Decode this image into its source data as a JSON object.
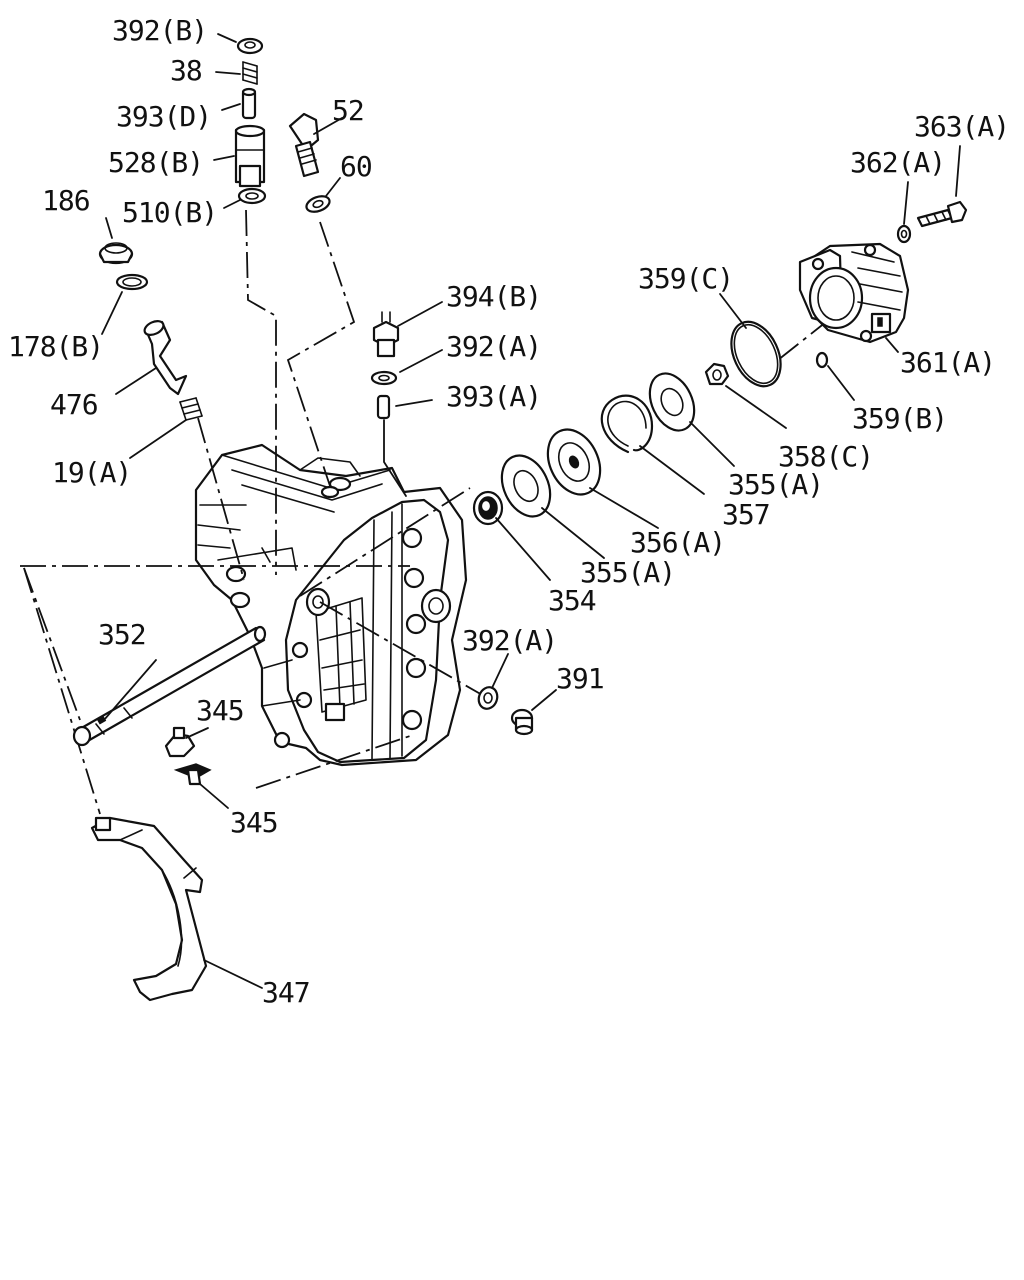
{
  "callouts": {
    "c392B": "392(B)",
    "c38": "38",
    "c393D": "393(D)",
    "c52": "52",
    "c528B": "528(B)",
    "c60": "60",
    "c186": "186",
    "c510B": "510(B)",
    "c363A": "363(A)",
    "c362A": "362(A)",
    "c359C": "359(C)",
    "c394B": "394(B)",
    "c392A_top": "392(A)",
    "c178B": "178(B)",
    "c361A": "361(A)",
    "c393A": "393(A)",
    "c476": "476",
    "c359B": "359(B)",
    "c358C": "358(C)",
    "c19A": "19(A)",
    "c355A_right": "355(A)",
    "c357": "357",
    "c356A": "356(A)",
    "c355A_left": "355(A)",
    "c354": "354",
    "c392A_low": "392(A)",
    "c352": "352",
    "c391": "391",
    "c345_top": "345",
    "c345_bottom": "345",
    "c347": "347"
  }
}
